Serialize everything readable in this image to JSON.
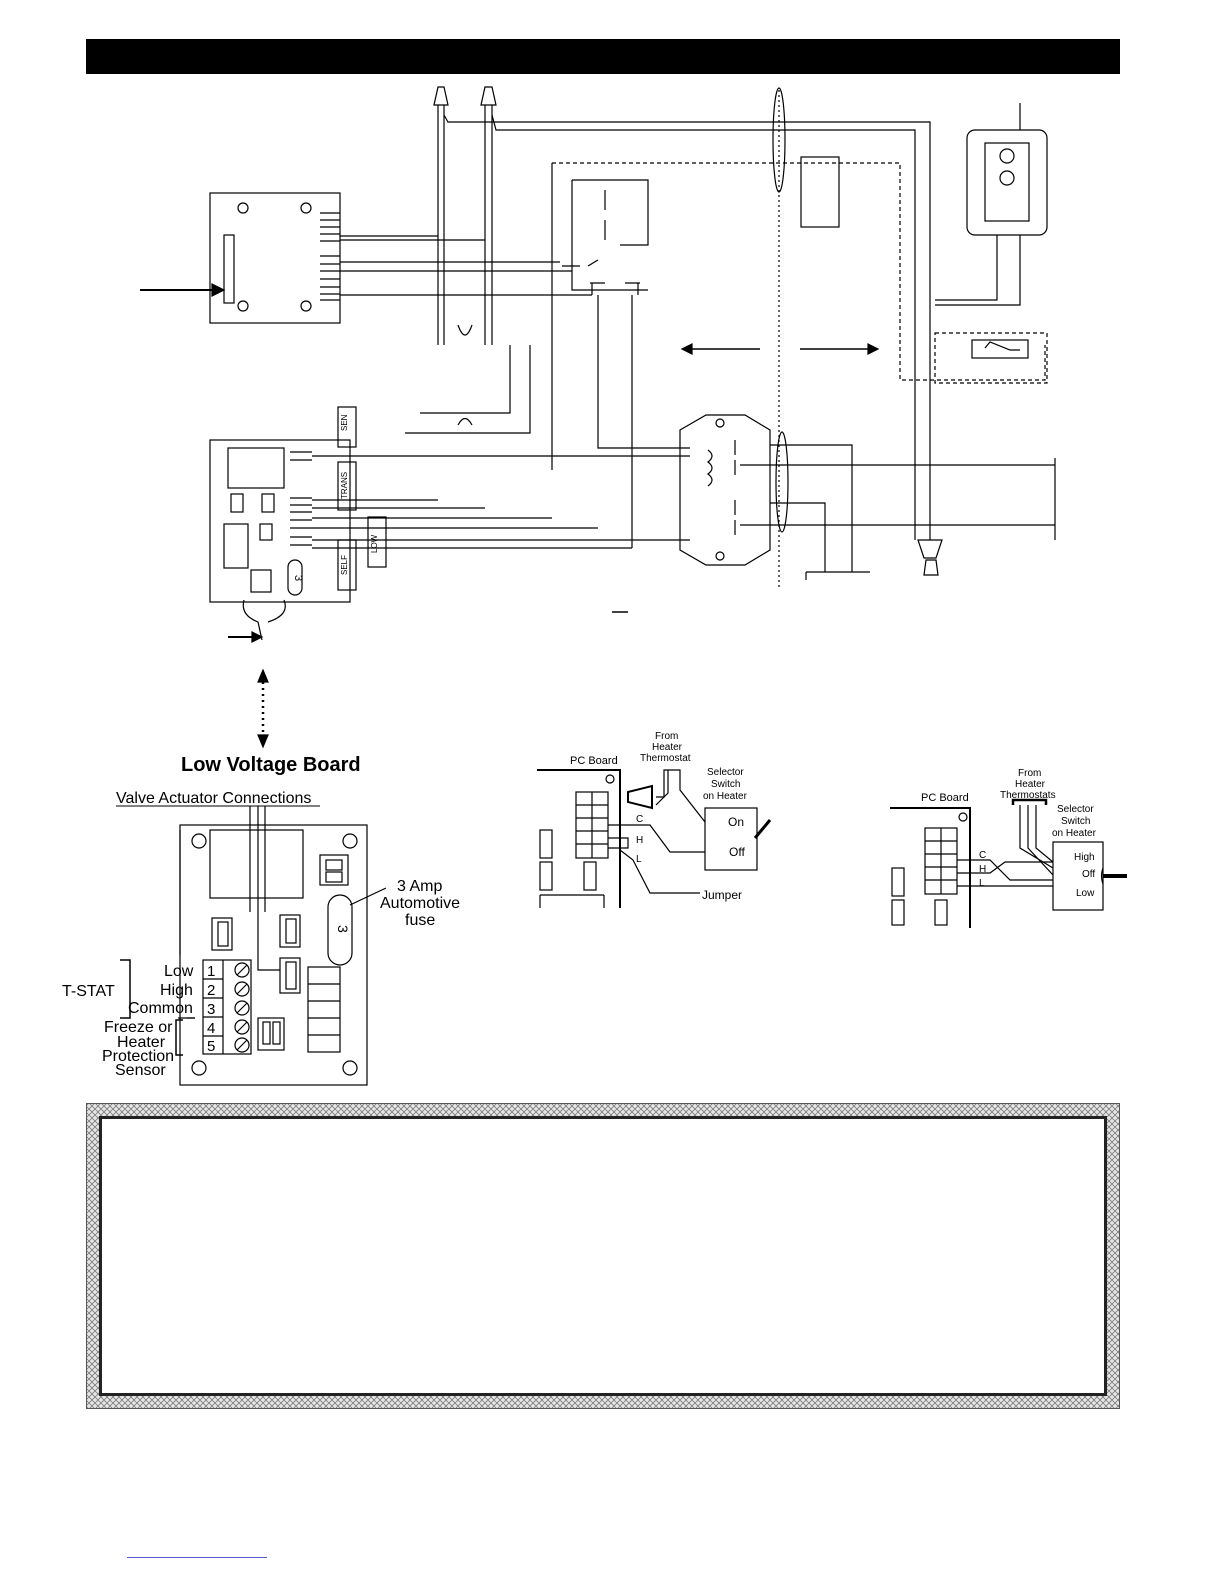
{
  "low_voltage_board": {
    "title": "Low Voltage Board",
    "valve_actuator_label": "Valve Actuator Connections",
    "fuse_label_line1": "3 Amp",
    "fuse_label_line2": "Automotive",
    "fuse_label_line3": "fuse",
    "fuse_marking": "3",
    "tstat_label": "T-STAT",
    "terminal_labels": [
      "Low",
      "High",
      "Common"
    ],
    "sensor_label_line1": "Freeze or",
    "sensor_label_line2": "Heater",
    "sensor_label_line3": "Protection",
    "sensor_label_line4": "Sensor",
    "terminal_numbers": [
      "1",
      "2",
      "3",
      "4",
      "5"
    ]
  },
  "heater_onoff_diagram": {
    "pc_board_label": "PC Board",
    "from_label_line1": "From",
    "from_label_line2": "Heater",
    "from_label_line3": "Thermostat",
    "selector_line1": "Selector",
    "selector_line2": "Switch",
    "selector_line3": "on Heater",
    "on_label": "On",
    "off_label": "Off",
    "c_label": "C",
    "h_label": "H",
    "l_label": "L",
    "jumper_label": "Jumper"
  },
  "heater_highlow_diagram": {
    "pc_board_label": "PC Board",
    "from_label_line1": "From",
    "from_label_line2": "Heater",
    "from_label_line3": "Thermostats",
    "selector_line1": "Selector",
    "selector_line2": "Switch",
    "selector_line3": "on Heater",
    "high_label": "High",
    "off_label": "Off",
    "low_label": "Low",
    "c_label": "C",
    "h_label": "H",
    "l_label": "L"
  },
  "wiring_schematic": {
    "fuse_marking": "3"
  }
}
